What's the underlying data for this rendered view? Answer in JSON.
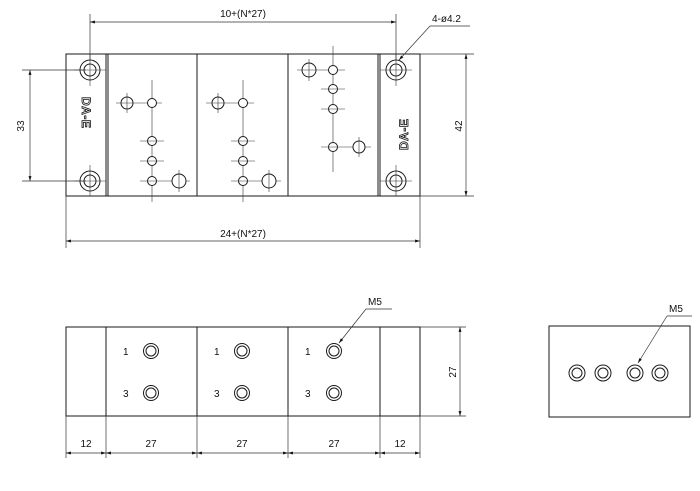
{
  "top_view": {
    "brand_left": "DA-E",
    "brand_right": "DA-E",
    "dims": {
      "top": "10+(N*27)",
      "bottom": "24+(N*27)",
      "left": "33",
      "right": "42",
      "mount_holes": "4-ø4.2"
    }
  },
  "front_view": {
    "port_labels": [
      "1",
      "1",
      "1",
      "3",
      "3",
      "3"
    ],
    "callout": "M5",
    "dims": {
      "height": "27",
      "segments": [
        "12",
        "27",
        "27",
        "27",
        "12"
      ]
    }
  },
  "side_view": {
    "callout": "M5"
  }
}
